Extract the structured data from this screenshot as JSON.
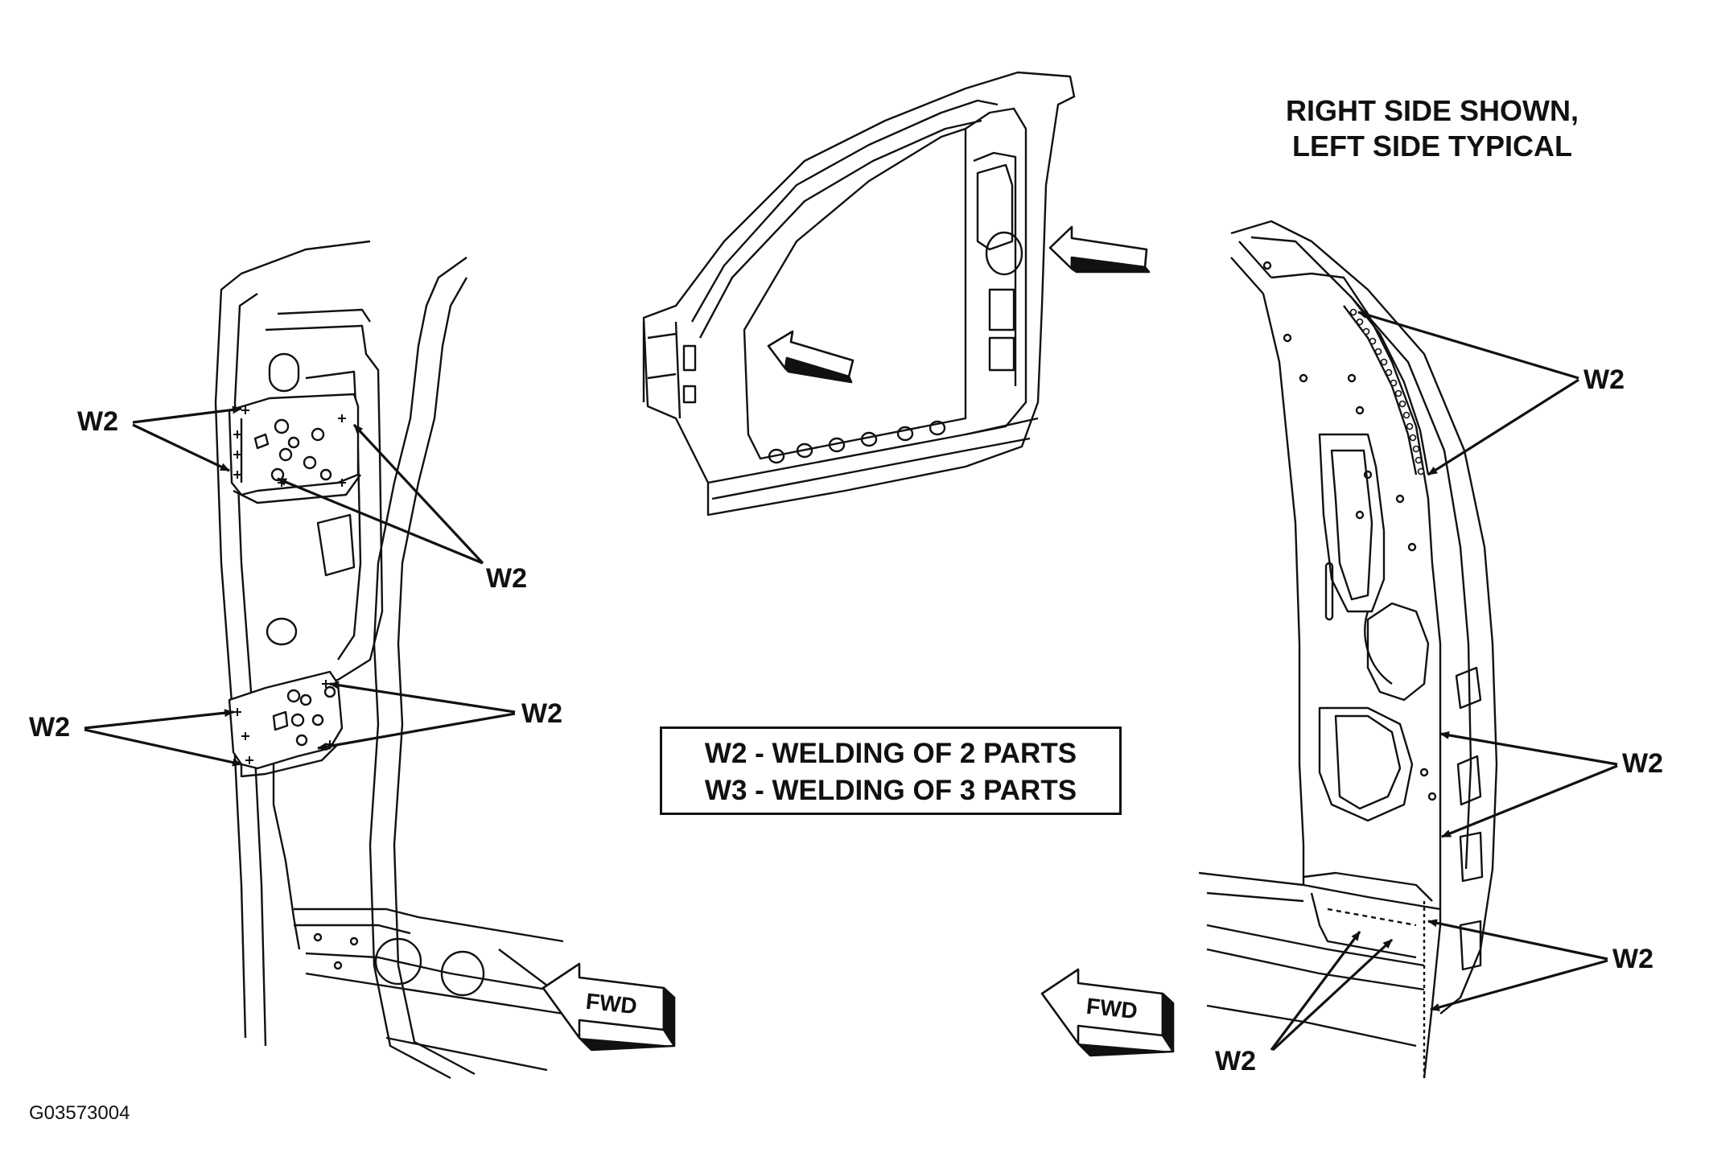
{
  "note": {
    "line1": "RIGHT SIDE SHOWN,",
    "line2": "LEFT SIDE TYPICAL"
  },
  "legend": {
    "line1": "W2 - WELDING OF 2 PARTS",
    "line2": "W3 - WELDING OF 3 PARTS"
  },
  "callouts": {
    "w2_a": "W2",
    "w2_b": "W2",
    "w2_c": "W2",
    "w2_d": "W2",
    "w2_e": "W2",
    "w2_f": "W2",
    "w2_g": "W2",
    "w2_h": "W2"
  },
  "fwd": {
    "left": "FWD",
    "right": "FWD"
  },
  "figure_id": "G03573004"
}
